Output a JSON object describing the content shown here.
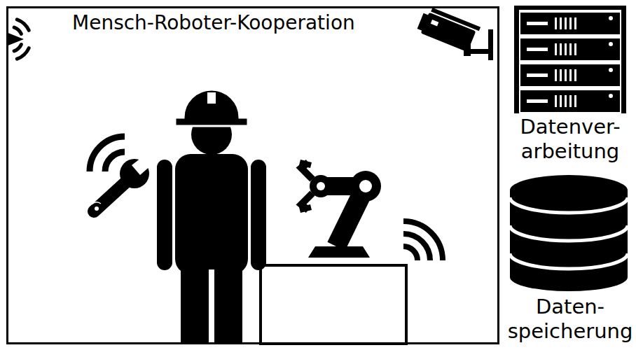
{
  "diagram": {
    "nodes": [
      {
        "text": [
          "Mensch-Roboter-Kooperation"
        ]
      }
    ],
    "labels": [
      "Datenver- arbeitung",
      "Daten- speicherung"
    ]
  }
}
